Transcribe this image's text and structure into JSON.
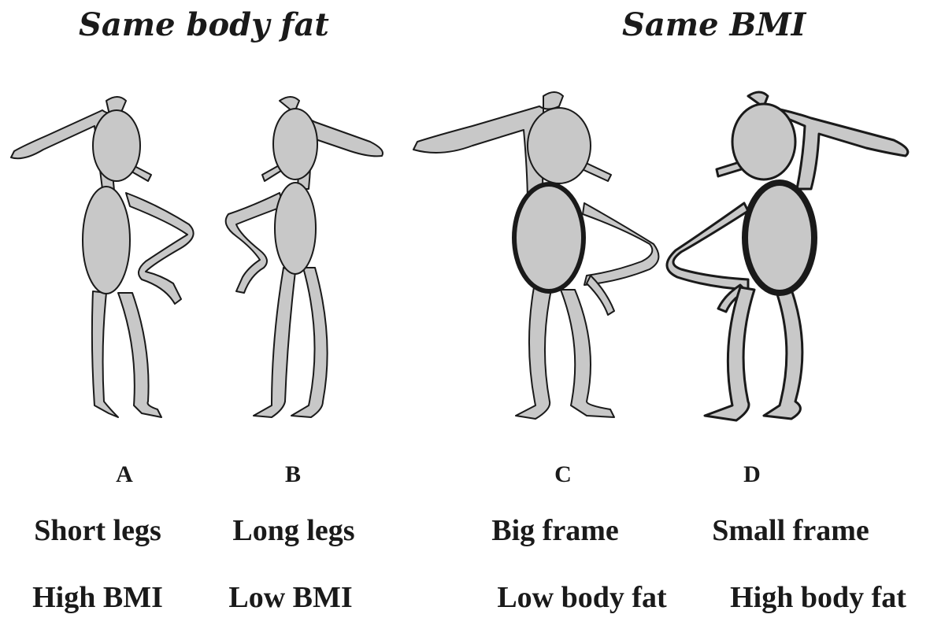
{
  "headings": {
    "left": "Same body fat",
    "right": "Same BMI"
  },
  "figures": [
    {
      "letter": "A",
      "line1": "Short legs",
      "line2": "High BMI"
    },
    {
      "letter": "B",
      "line1": "Long legs",
      "line2": "Low BMI"
    },
    {
      "letter": "C",
      "line1": "Big frame",
      "line2": "Low body fat"
    },
    {
      "letter": "D",
      "line1": "Small frame",
      "line2": "High body fat"
    }
  ],
  "colors": {
    "body_fill": "#c8c8c8",
    "outline": "#1a1a1a"
  }
}
